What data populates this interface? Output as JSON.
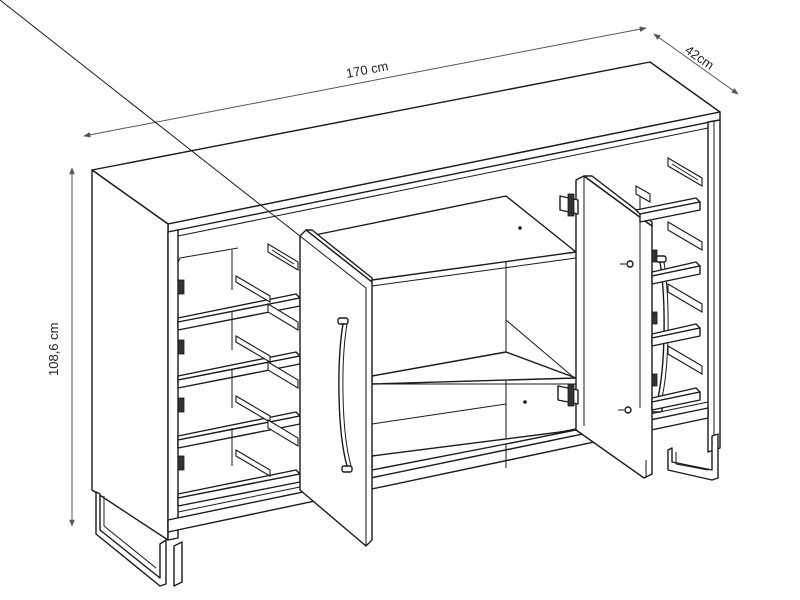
{
  "dimensions": {
    "width": "170 cm",
    "depth": "42cm",
    "height": "108,6 cm"
  },
  "colors": {
    "line": "#1a1a1a",
    "dimension_line": "#555555",
    "background": "#ffffff"
  },
  "icons": {
    "arrowheads": "dimension-arrow-icon",
    "handles": "door-handle-icon",
    "hinges": "hinge-icon",
    "drawer_slides": "drawer-slide-icon"
  }
}
